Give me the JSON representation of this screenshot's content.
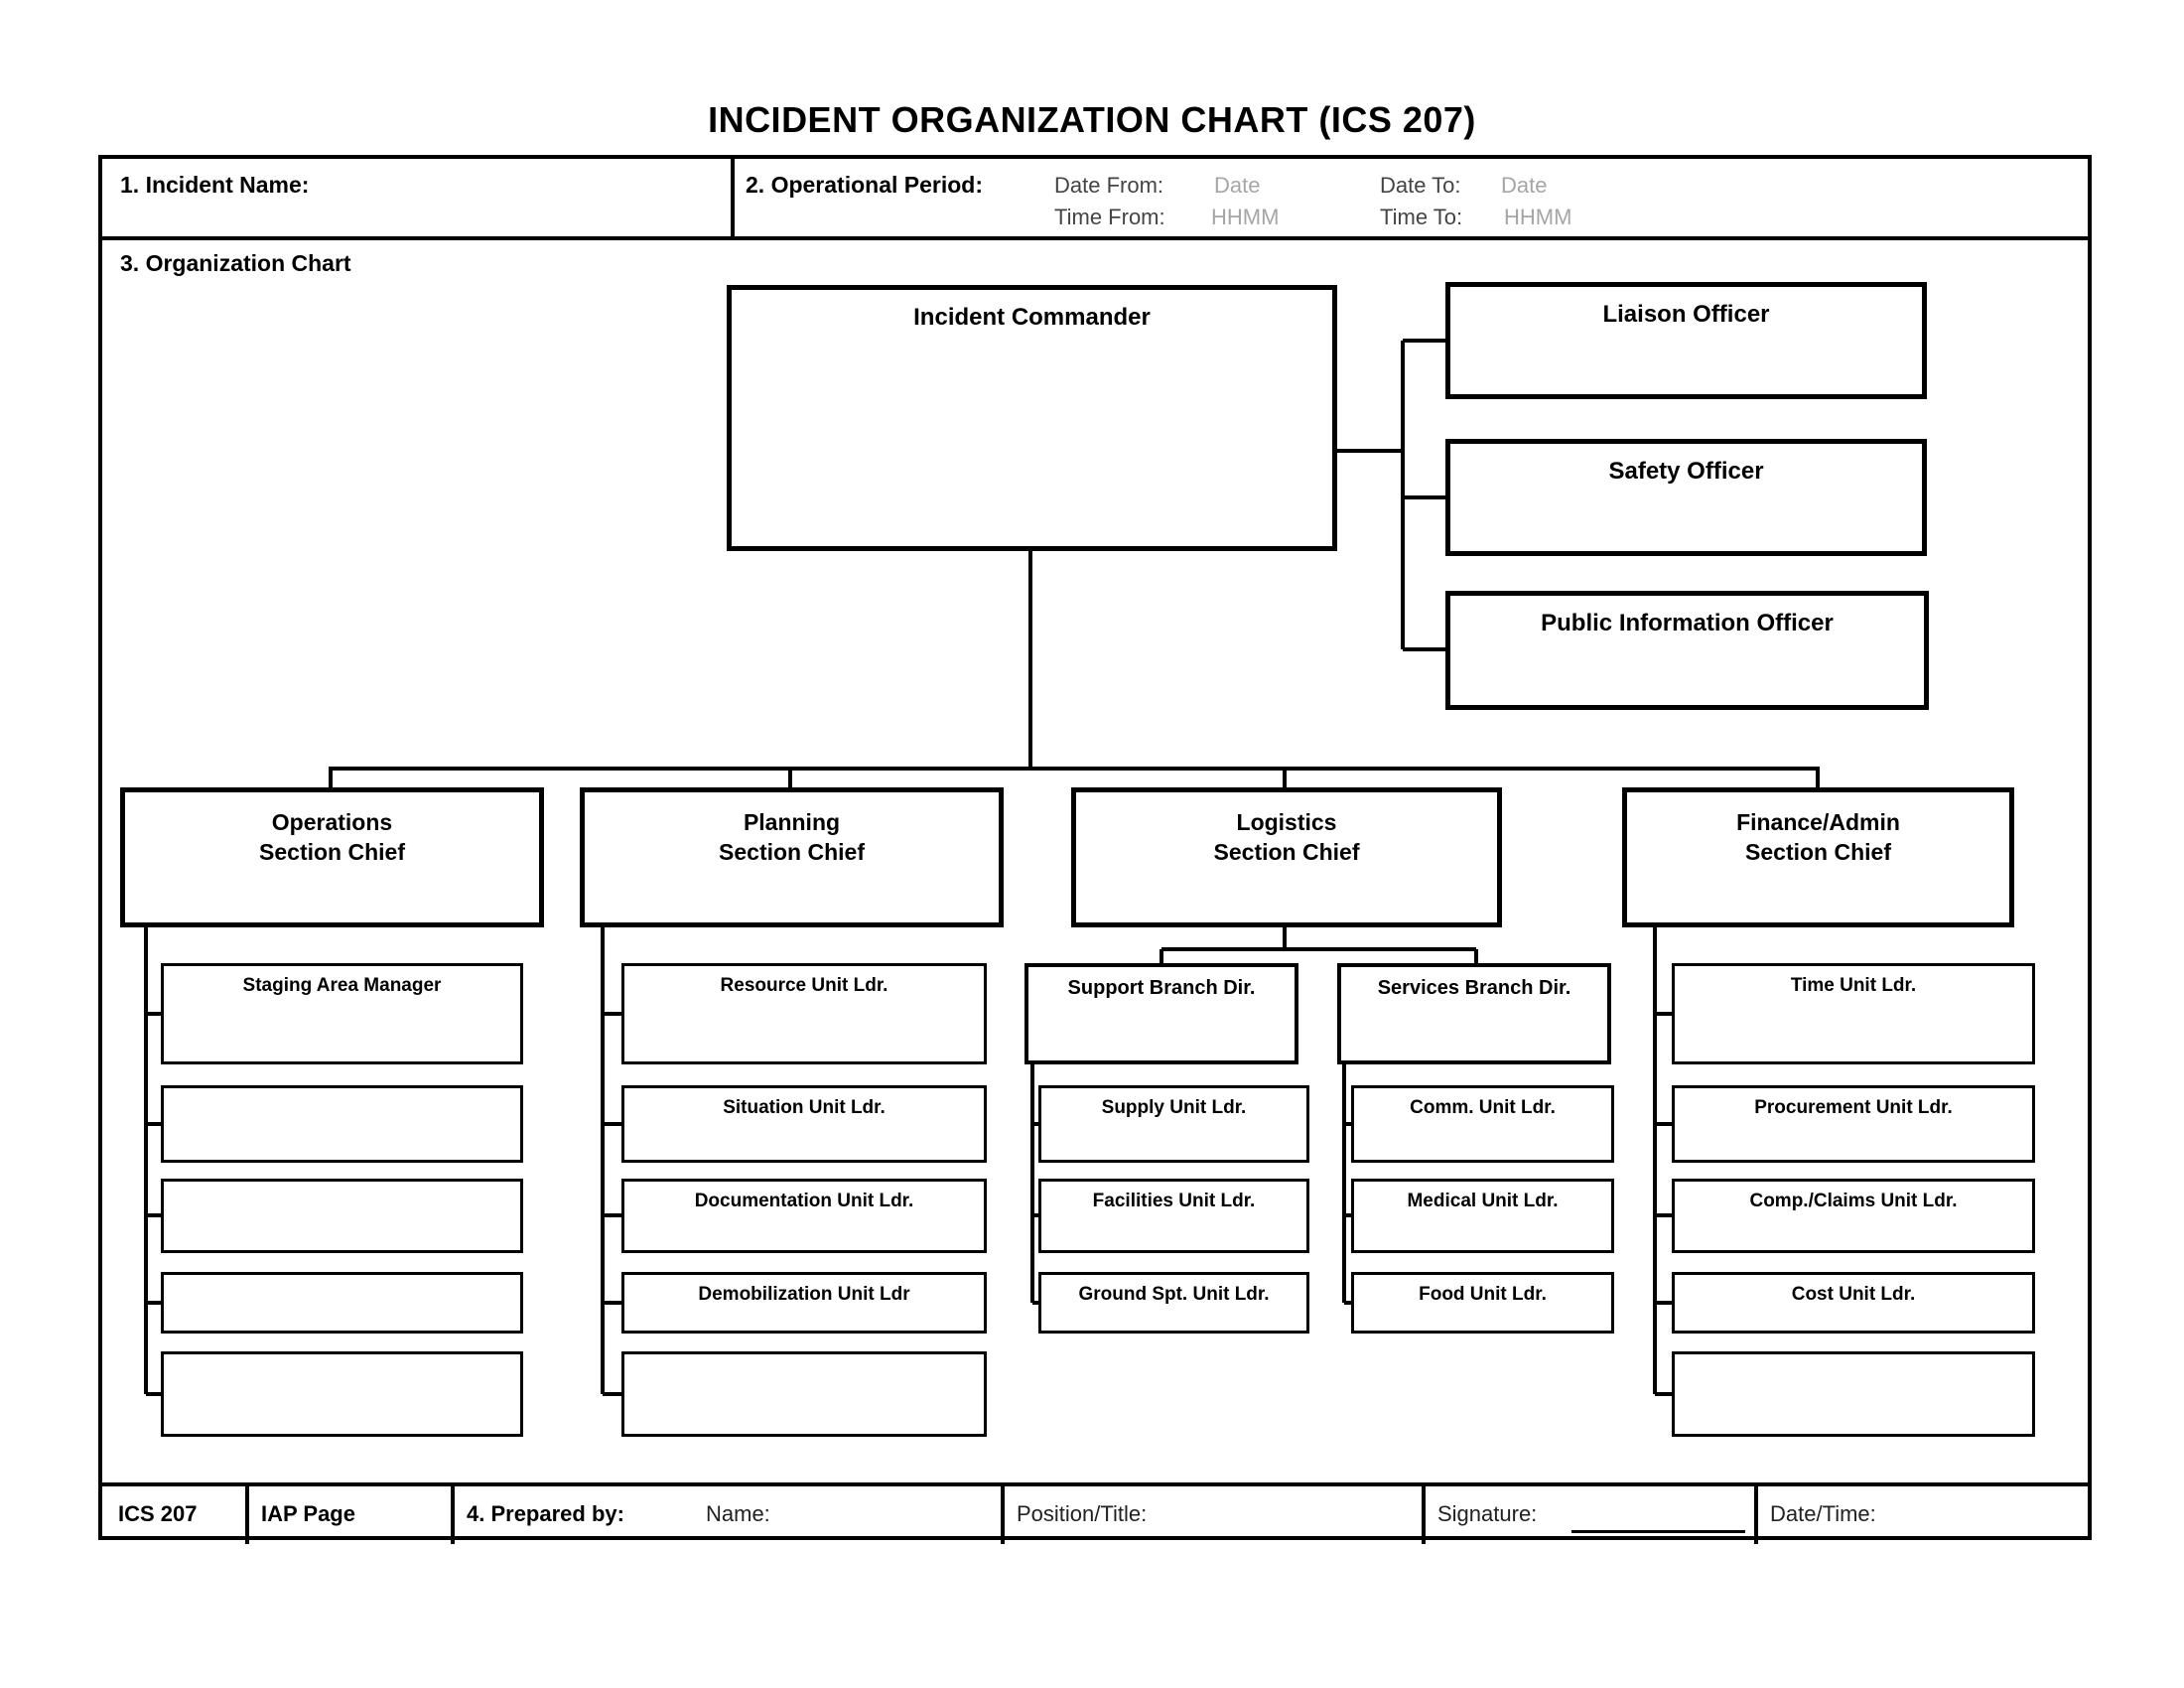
{
  "title": "INCIDENT ORGANIZATION CHART (ICS 207)",
  "header": {
    "incident_name_label": "1. Incident Name:",
    "operational_period_label": "2. Operational Period:",
    "date_from_label": "Date From:",
    "date_from_value": "Date",
    "time_from_label": "Time From:",
    "time_from_value": "HHMM",
    "date_to_label": "Date To:",
    "date_to_value": "Date",
    "time_to_label": "Time To:",
    "time_to_value": "HHMM"
  },
  "section3_label": "3. Organization Chart",
  "chart": {
    "incident_commander": "Incident Commander",
    "officers": [
      "Liaison Officer",
      "Safety Officer",
      "Public Information Officer"
    ],
    "sections": [
      {
        "chief": "Operations\nSection Chief",
        "units": [
          "Staging Area Manager",
          "",
          "",
          "",
          ""
        ]
      },
      {
        "chief": "Planning\nSection Chief",
        "units": [
          "Resource Unit Ldr.",
          "Situation Unit Ldr.",
          "Documentation Unit Ldr.",
          "Demobilization Unit Ldr",
          ""
        ]
      },
      {
        "chief": "Logistics\nSection Chief",
        "branches": [
          {
            "director": "Support Branch Dir.",
            "units": [
              "Supply Unit Ldr.",
              "Facilities Unit Ldr.",
              "Ground Spt. Unit Ldr."
            ]
          },
          {
            "director": "Services Branch Dir.",
            "units": [
              "Comm. Unit Ldr.",
              "Medical Unit Ldr.",
              "Food Unit Ldr."
            ]
          }
        ]
      },
      {
        "chief": "Finance/Admin\nSection Chief",
        "units": [
          "Time Unit Ldr.",
          "Procurement Unit Ldr.",
          "Comp./Claims Unit Ldr.",
          "Cost Unit Ldr.",
          ""
        ]
      }
    ]
  },
  "footer": {
    "form_id": "ICS 207",
    "iap_page_label": "IAP Page",
    "prepared_by_label": "4. Prepared by:",
    "name_label": "Name:",
    "position_label": "Position/Title:",
    "signature_label": "Signature:",
    "datetime_label": "Date/Time:"
  }
}
